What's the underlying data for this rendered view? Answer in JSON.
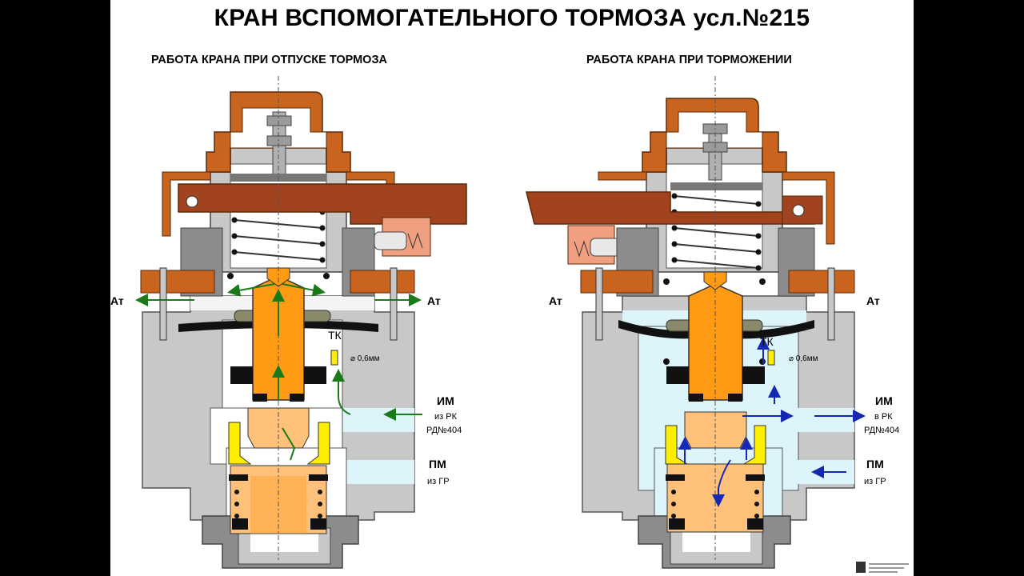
{
  "title": "КРАН ВСПОМОГАТЕЛЬНОГО ТОРМОЗА усл.№215",
  "left_panel": {
    "subtitle": "РАБОТА КРАНА ПРИ ОТПУСКЕ ТОРМОЗА",
    "at_left": "Ат",
    "at_right": "Ат",
    "tk": "ТК",
    "orifice": "⌀ 0,6мм",
    "im": "ИМ",
    "im_sub1": "из РК",
    "im_sub2": "РД№404",
    "pm": "ПМ",
    "pm_sub": "из ГР"
  },
  "right_panel": {
    "subtitle": "РАБОТА КРАНА ПРИ ТОРМОЖЕНИИ",
    "at_left": "Ат",
    "at_right": "Ат",
    "tk": "ТК",
    "orifice": "⌀ 0,6мм",
    "im": "ИМ",
    "im_sub1": "в РК",
    "im_sub2": "РД№404",
    "pm": "ПМ",
    "pm_sub": "из ГР"
  },
  "colors": {
    "body_gray": "#c8c8c8",
    "dark_gray": "#8c8c8c",
    "cap_orange": "#c8641e",
    "handle_brown": "#a0431e",
    "valve_orange": "#ff9a14",
    "valve_light": "#ffc07a",
    "air_light_blue": "#ddf4fa",
    "yellow": "#ffee00",
    "release_arrow": "#1a7a1a",
    "brake_arrow": "#1428b4"
  }
}
